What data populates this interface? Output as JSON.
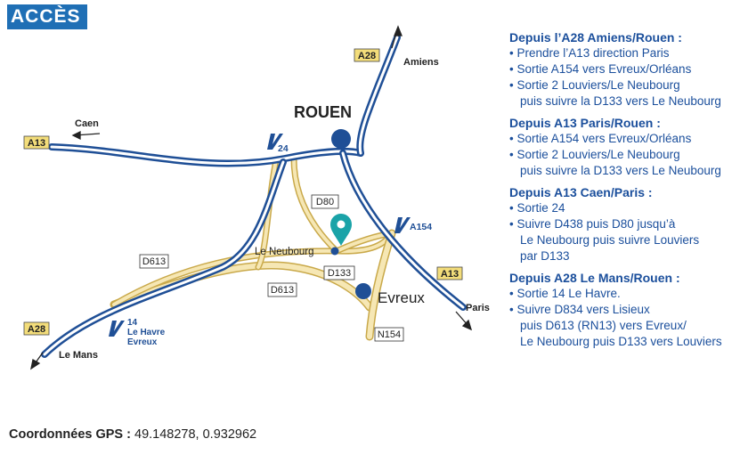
{
  "header": {
    "title": "ACCÈS"
  },
  "map": {
    "cities": {
      "rouen": "ROUEN",
      "evreux": "Evreux",
      "le_neubourg": "Le Neubourg"
    },
    "directions": {
      "amiens": "Amiens",
      "caen": "Caen",
      "paris": "Paris",
      "le_mans": "Le Mans"
    },
    "highway_badges": {
      "a28_top": "A28",
      "a13_left": "A13",
      "a13_right": "A13",
      "a28_bottom": "A28"
    },
    "road_labels": {
      "d80": "D80",
      "d613_left": "D613",
      "d613_mid": "D613",
      "d133": "D133",
      "n154": "N154"
    },
    "exits": {
      "exit_24": "24",
      "exit_a154": "A154",
      "exit_14_num": "14",
      "exit_14_line1": "Le Havre",
      "exit_14_line2": "Evreux"
    },
    "colors": {
      "highway": "#1f4f96",
      "secondary_road": "#f3dfa3",
      "badge_yellow": "#f3dd7a",
      "marker": "#1aa3a8",
      "city_dot": "#1f4f96"
    }
  },
  "directions_panel": {
    "routes": [
      {
        "title": "Depuis l’A28 Amiens/Rouen :",
        "steps": [
          "• Prendre l’A13 direction Paris",
          "• Sortie A154 vers Evreux/Orléans",
          "• Sortie 2 Louviers/Le Neubourg\npuis suivre la D133 vers Le Neubourg"
        ]
      },
      {
        "title": "Depuis A13 Paris/Rouen :",
        "steps": [
          "• Sortie A154 vers Evreux/Orléans",
          "• Sortie 2 Louviers/Le Neubourg\npuis suivre la D133 vers Le Neubourg"
        ]
      },
      {
        "title": "Depuis A13 Caen/Paris :",
        "steps": [
          "• Sortie 24",
          "• Suivre D438 puis D80 jusqu’à\nLe Neubourg puis suivre Louviers\npar D133"
        ]
      },
      {
        "title": "Depuis A28 Le Mans/Rouen :",
        "steps": [
          "• Sortie 14 Le Havre.",
          "• Suivre D834 vers Lisieux\npuis D613 (RN13) vers Evreux/\nLe Neubourg puis D133 vers Louviers"
        ]
      }
    ]
  },
  "gps": {
    "label": "Coordonnées GPS :",
    "value": "49.148278, 0.932962"
  }
}
